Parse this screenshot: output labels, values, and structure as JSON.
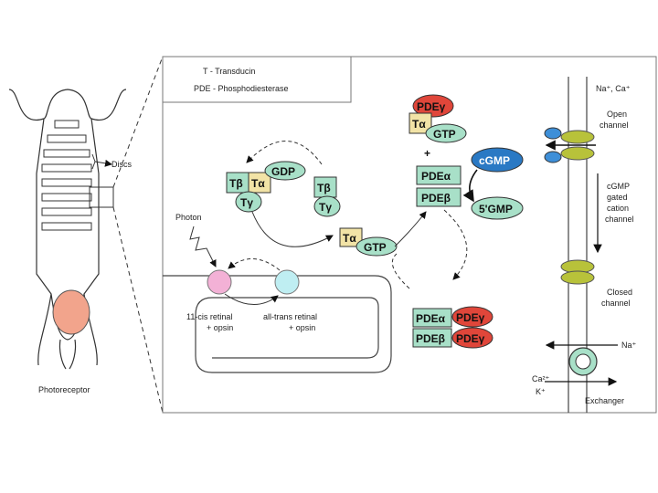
{
  "legend": {
    "line1": "T - Transducin",
    "line2": "PDE - Phosphodiesterase"
  },
  "cell": {
    "discs_label": "Discs",
    "photoreceptor_label": "Photoreceptor"
  },
  "cycle": {
    "photon_label": "Photon",
    "cis_label_1": "11-cis retinal",
    "cis_label_2": "+ opsin",
    "trans_label_1": "all-trans retinal",
    "trans_label_2": "+ opsin"
  },
  "molecules": {
    "t_alpha": "Tα",
    "t_beta": "Tβ",
    "t_gamma": "Tγ",
    "gdp": "GDP",
    "gtp": "GTP",
    "pde_alpha": "PDEα",
    "pde_beta": "PDEβ",
    "pde_gamma": "PDEγ",
    "cgmp": "cGMP",
    "five_gmp": "5'GMP",
    "plus": "+"
  },
  "channel": {
    "ions_top": "Na⁺, Ca⁺",
    "open_1": "Open",
    "open_2": "channel",
    "gated_1": "cGMP",
    "gated_2": "gated",
    "gated_3": "cation",
    "gated_4": "channel",
    "closed_1": "Closed",
    "closed_2": "channel",
    "na_label": "Na⁺",
    "ca_label": "Ca²⁺",
    "k_label": "K⁺",
    "exchanger_label": "Exchanger"
  },
  "colors": {
    "teal": "#a8e0c8",
    "yellow": "#f2e3a6",
    "red": "#e0463a",
    "blue": "#2a79c4",
    "pink": "#f3b1d6",
    "cyan": "#bfeef2",
    "nucleus": "#f2a48c",
    "channel_green": "#b8c23a",
    "channel_blue": "#3e8fd8"
  }
}
